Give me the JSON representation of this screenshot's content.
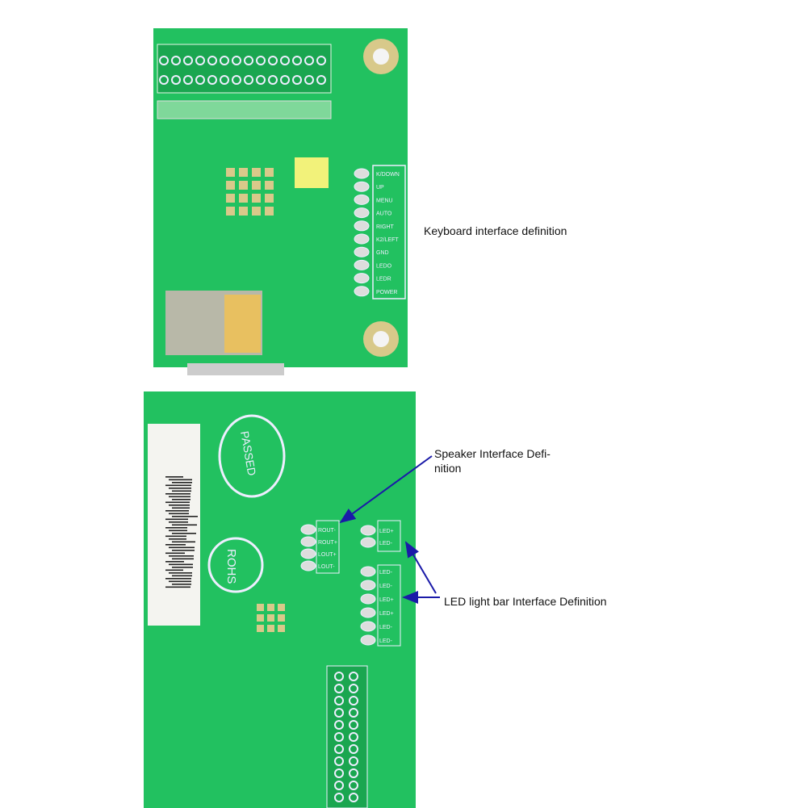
{
  "annotations": {
    "keyboard": "Keyboard interface definition",
    "speaker_line1": "Speaker Interface Defi-",
    "speaker_line2": "nition",
    "led": "LED light bar Interface Definition"
  },
  "keyboard_pins": [
    "K/DOWN",
    "UP",
    "MENU",
    "AUTO",
    "RIGHT",
    "K2/LEFT",
    "GND",
    "LEDO",
    "LEDR",
    "POWER"
  ],
  "speaker_pins": [
    "ROUT-",
    "ROUT+",
    "LOUT+",
    "LOUT-"
  ],
  "led_pins_top": [
    "LED+",
    "LED-"
  ],
  "led_pins_bottom": [
    "LED-",
    "LED-",
    "LED+",
    "LED+",
    "LED-",
    "LED-"
  ],
  "board_marks": {
    "passed": "PASSED",
    "rohs": "ROHS"
  },
  "colors": {
    "pcb": "#22c160",
    "pcb_dark": "#17a04c",
    "arrow": "#1a1aa8",
    "pad": "#d9c98a"
  }
}
